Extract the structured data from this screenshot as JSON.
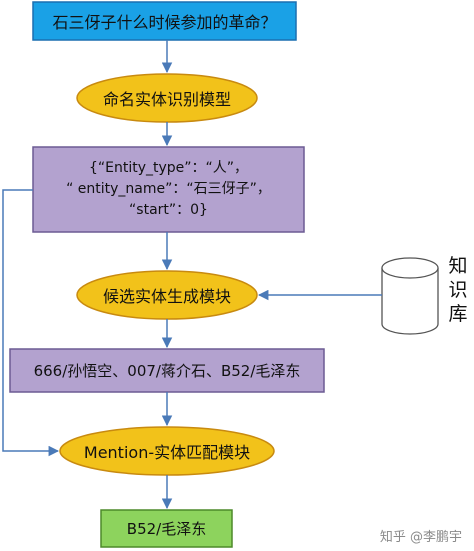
{
  "nodes": {
    "question": "石三伢子什么时候参加的革命？",
    "ner_model": "命名实体识别模型",
    "ner_output": [
      "{“Entity_type”：“人”，",
      "“ entity_name”：“石三伢子”，",
      "“start”：0}"
    ],
    "candidate_module": "候选实体生成模块",
    "candidates": "666/孙悟空、007/蒋介石、B52/毛泽东",
    "matching_module": "Mention-实体匹配模块",
    "result": "B52/毛泽东",
    "knowledge_base": [
      "知",
      "识",
      "库"
    ]
  },
  "watermark": "知乎 @李鹏宇",
  "colors": {
    "question_fill": "#1aa1e6",
    "question_stroke": "#1a6fb0",
    "ellipse_fill": "#f2c21a",
    "ellipse_stroke": "#c88a10",
    "purple_fill": "#b3a2cf",
    "purple_stroke": "#6c5b93",
    "green_fill": "#8dd35d",
    "green_stroke": "#4d8a2a",
    "arrow": "#4a7ab8"
  }
}
